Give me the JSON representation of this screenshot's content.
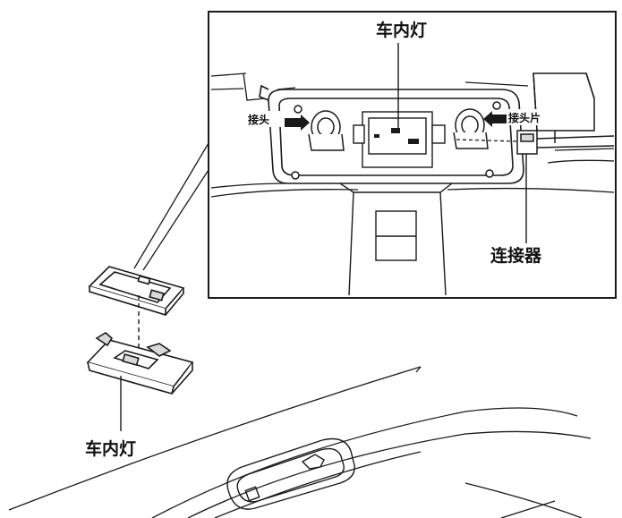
{
  "labels": {
    "lamp_top": "车内灯",
    "terminal_left": "接头",
    "terminal_right": "接头片",
    "connector": "连接器",
    "lamp_bottom": "车内灯"
  },
  "colors": {
    "line": "#1a1a1a",
    "fill": "#ffffff",
    "shade": "#d9d9d9"
  }
}
